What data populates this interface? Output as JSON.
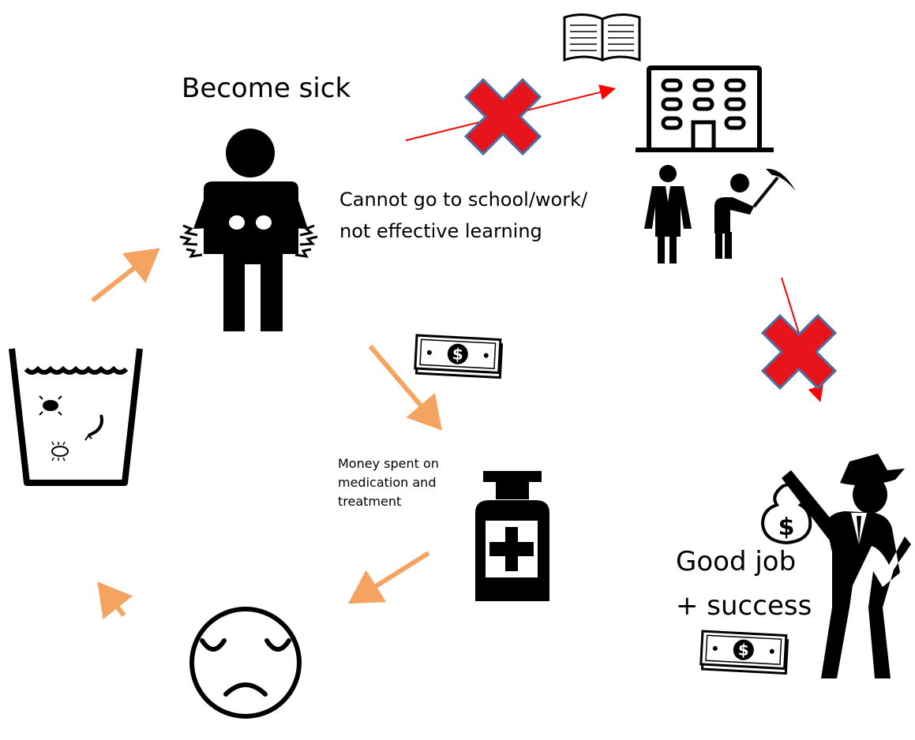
{
  "labels": {
    "become_sick": "Become sick",
    "cannot_go": "Cannot go to school/work/\nnot effective learning",
    "money_spent": "Money spent on\nmedication and\ntreatment",
    "good_job": "Good job\n+ success"
  },
  "icons": {
    "book": "open-book-icon",
    "building": "school-building-icon",
    "teacher": "teacher-icon",
    "worker": "worker-with-pickaxe-icon",
    "sick_person": "sick-person-icon",
    "water_glass": "contaminated-water-glass-icon",
    "money": "dollar-bill-icon",
    "medicine": "medicine-bottle-icon",
    "sad_face": "sad-face-icon",
    "success_man": "successful-businessman-icon",
    "blocked": "red-cross-icon"
  },
  "colors": {
    "cycle_arrow": "#F4A460",
    "blocked_arrow": "#FF0000",
    "cross_fill": "#E8141B",
    "cross_outline": "#4A6FA5",
    "icon": "#000000"
  }
}
